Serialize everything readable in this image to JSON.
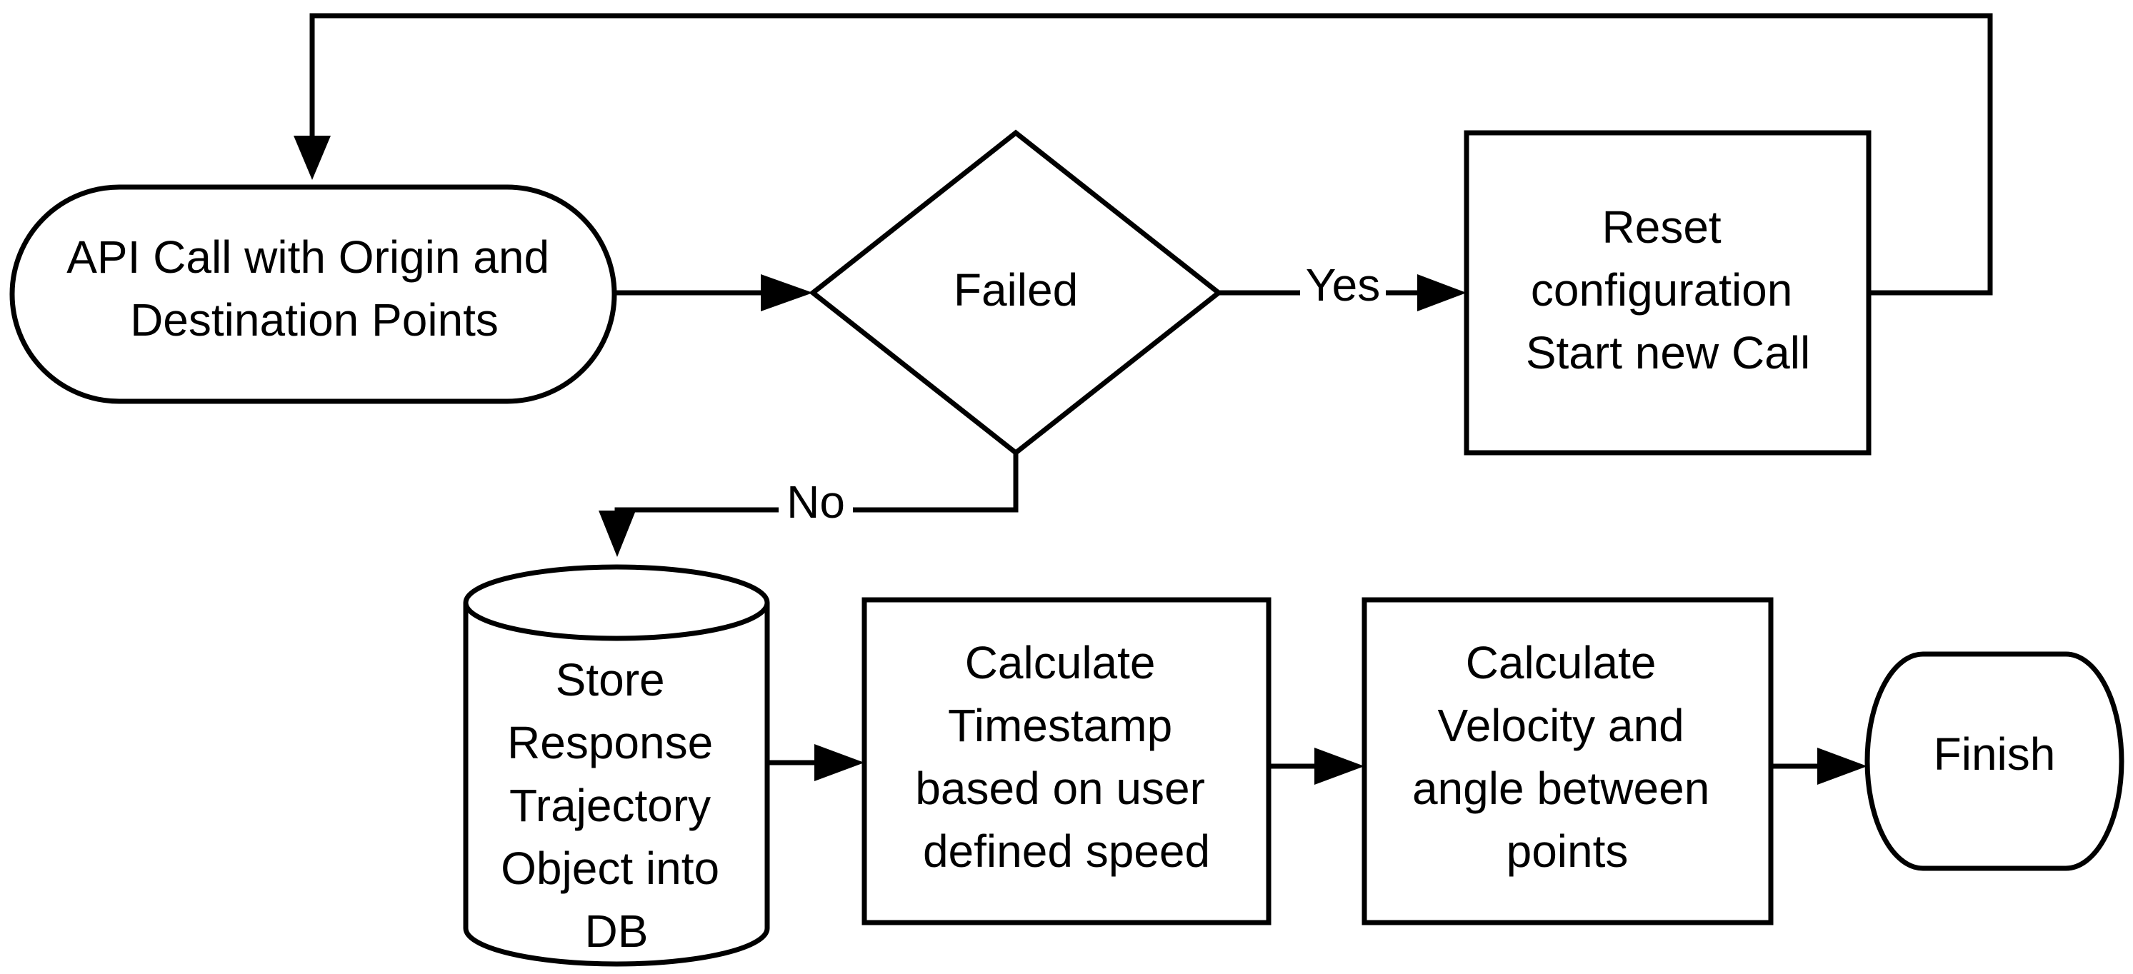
{
  "nodes": {
    "api_call": {
      "lines": [
        "API Call with Origin and",
        "Destination Points"
      ]
    },
    "failed": {
      "lines": [
        "Failed"
      ]
    },
    "reset": {
      "lines": [
        "Reset",
        "configuration",
        "Start new Call"
      ]
    },
    "store": {
      "lines": [
        "Store",
        "Response",
        "Trajectory",
        "Object into",
        "DB"
      ]
    },
    "timestamp": {
      "lines": [
        "Calculate",
        "Timestamp",
        "based on user",
        "defined speed"
      ]
    },
    "velocity": {
      "lines": [
        "Calculate",
        "Velocity and",
        "angle between",
        "points"
      ]
    },
    "finish": {
      "lines": [
        "Finish"
      ]
    }
  },
  "edges": {
    "yes_label": "Yes",
    "no_label": "No"
  }
}
